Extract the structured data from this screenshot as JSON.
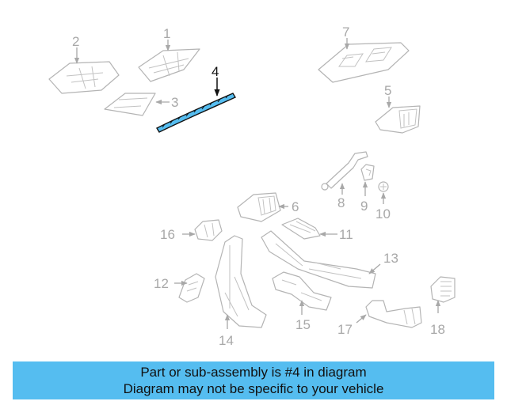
{
  "diagram": {
    "highlighted_part": "4",
    "highlight_color": "#55bdf0",
    "callouts": [
      "1",
      "2",
      "3",
      "4",
      "5",
      "6",
      "7",
      "8",
      "9",
      "10",
      "11",
      "12",
      "13",
      "14",
      "15",
      "16",
      "17",
      "18"
    ]
  },
  "banner": {
    "line1": "Part or sub-assembly is #4 in diagram",
    "line2": "Diagram may not be specific to your vehicle",
    "background": "#55bdf0"
  }
}
